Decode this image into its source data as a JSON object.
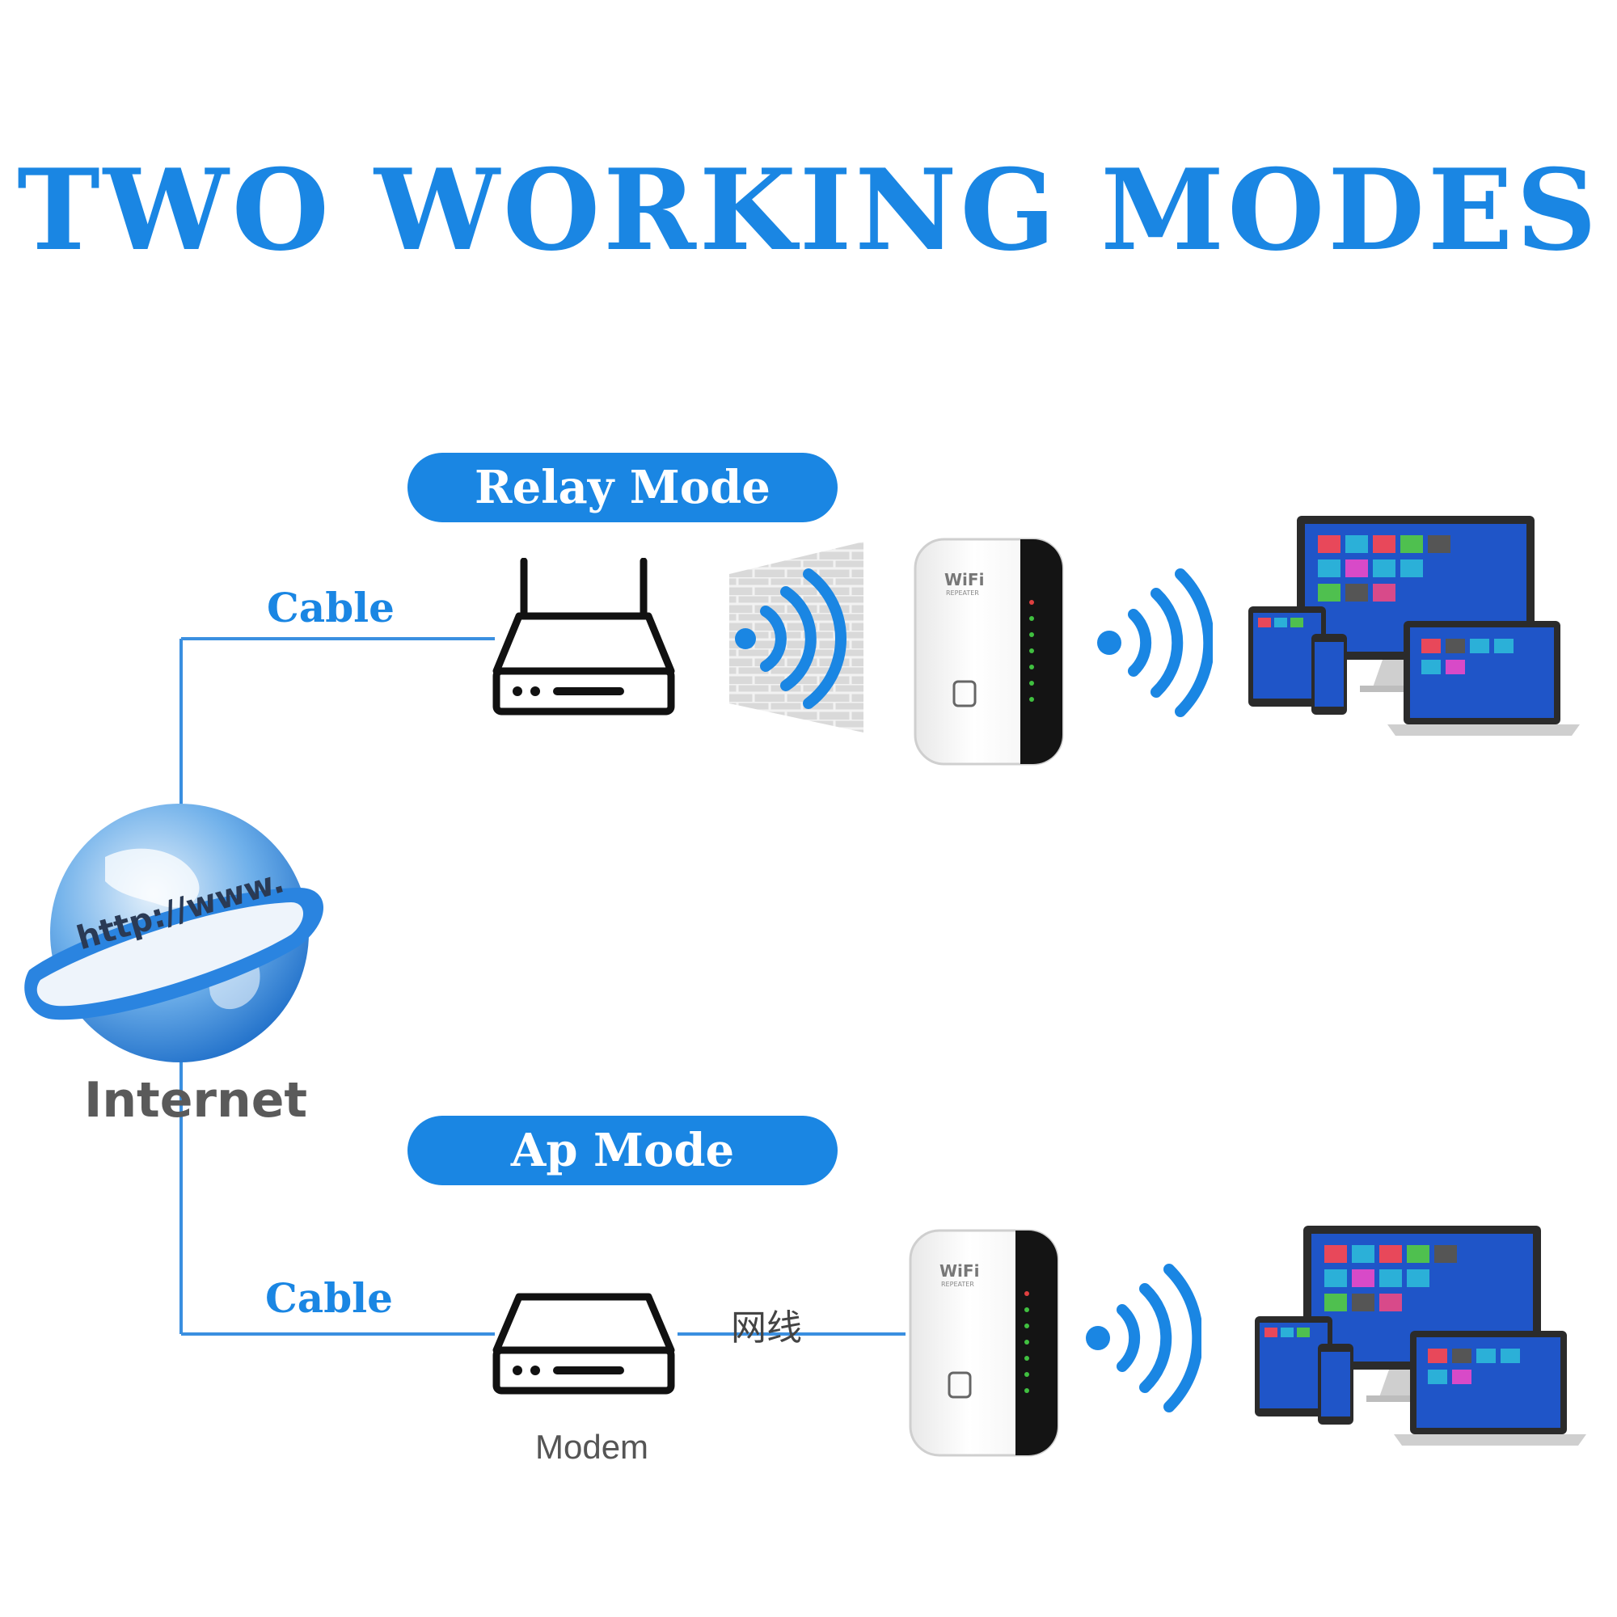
{
  "title": "TWO WORKING MODES",
  "modes": {
    "relay": {
      "label": "Relay Mode",
      "cable_label": "Cable"
    },
    "ap": {
      "label": "Ap Mode",
      "cable_label": "Cable",
      "modem_label": "Modem",
      "wire_label": "网线"
    }
  },
  "globe": {
    "url_text": "http://www.",
    "label": "Internet"
  },
  "repeater": {
    "brand_text": "WiFi",
    "model_text": "REPEATER"
  },
  "colors": {
    "accent": "#1a86e3",
    "line": "#3a8fe0",
    "device_outline": "#111111",
    "gray_text": "#555555"
  }
}
